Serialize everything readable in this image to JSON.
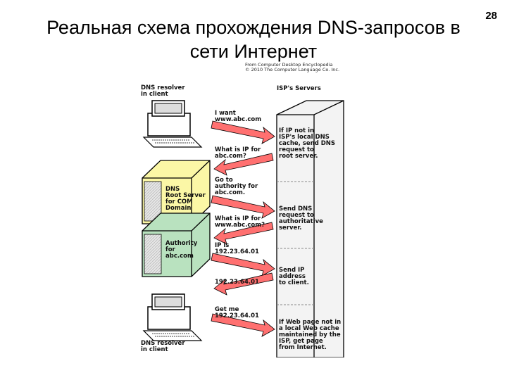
{
  "slide": {
    "title_line1": "Реальная схема прохождения DNS-запросов в",
    "title_line2": "сети Интернет",
    "page_number": "28"
  },
  "diagram": {
    "credit_line1": "From Computer Desktop Encyclopedia",
    "credit_line2": "© 2010 The Computer Language Co. Inc.",
    "isp_label": "ISP's Servers",
    "resolver_top": [
      "DNS resolver",
      "in client"
    ],
    "resolver_bottom": [
      "DNS resolver",
      "in client"
    ],
    "root_server": [
      "DNS",
      "Root Server",
      "for COM",
      "Domain"
    ],
    "authority": [
      "Authority",
      "for",
      "abc.com"
    ],
    "messages": {
      "m1": [
        "I want",
        "www.abc.com"
      ],
      "m2": [
        "What is IP for",
        "abc.com?"
      ],
      "m3": [
        "Go to",
        "authority for",
        "abc.com."
      ],
      "m4": [
        "What is IP for",
        "www.abc.com?"
      ],
      "m5": [
        "IP is",
        "192.23.64.01"
      ],
      "m6": [
        "192.23.64.01"
      ],
      "m7": [
        "Get me",
        "192.23.64.01"
      ]
    },
    "isp_notes": {
      "n1": [
        "If IP not in",
        "ISP's local DNS",
        "cache, send DNS",
        "request to",
        "root server."
      ],
      "n2": [
        "Send DNS",
        "request to",
        "authoritative",
        "server."
      ],
      "n3": [
        "Send IP",
        "address",
        "to client."
      ],
      "n4": [
        "If Web page not in",
        "a local Web cache",
        "maintained by the",
        "ISP, get page",
        "from Internet."
      ]
    },
    "colors": {
      "arrow": "#ff7070",
      "root_box": "#fbf7a6",
      "authority_box": "#b9e2bf",
      "isp_column": "#f3f3f3"
    }
  }
}
